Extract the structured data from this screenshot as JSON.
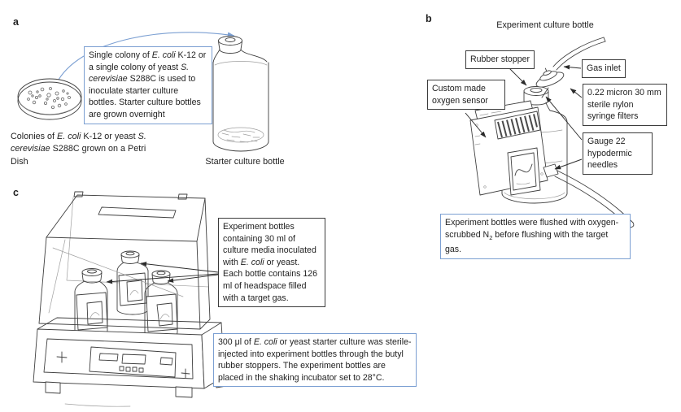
{
  "colors": {
    "accent": "#7b9fd2",
    "ink": "#1f1f1f",
    "sketch": "#3f3f3f"
  },
  "panel_a": {
    "label": "a",
    "callout": [
      {
        "t": "Single colony of "
      },
      {
        "t": "E. coli",
        "style": "italic"
      },
      {
        "t": " K-12 or a single colony of yeast "
      },
      {
        "t": "S. cerevisiae",
        "style": "italic"
      },
      {
        "t": " S288C is used to inoculate starter culture bottles. Starter culture bottles are grown overnight"
      }
    ],
    "petri_caption": [
      {
        "t": "Colonies of "
      },
      {
        "t": "E. coli",
        "style": "italic"
      },
      {
        "t": " K-12 or yeast "
      },
      {
        "t": "S. cerevisiae",
        "style": "italic"
      },
      {
        "t": " S288C grown on a Petri Dish"
      }
    ],
    "bottle_caption": "Starter culture bottle"
  },
  "panel_b": {
    "label": "b",
    "title": "Experiment culture bottle",
    "labels": {
      "rubber_stopper": "Rubber stopper",
      "gas_inlet": "Gas inlet",
      "oxygen_sensor": "Custom made oxygen sensor",
      "syringe_filters": "0.22 micron 30 mm sterile nylon syringe filters",
      "needles": "Gauge 22 hypodermic needles"
    },
    "note": [
      {
        "t": "Experiment bottles were flushed with oxygen-scrubbed N"
      },
      {
        "t": "2",
        "sub": true
      },
      {
        "t": " before flushing with the target gas."
      }
    ]
  },
  "panel_c": {
    "label": "c",
    "bottle_note": [
      {
        "t": "Experiment bottles containing 30 ml of culture media inoculated with "
      },
      {
        "t": "E. coli",
        "style": "italic"
      },
      {
        "t": " or yeast. Each bottle contains 126 ml of headspace filled with a target gas."
      }
    ],
    "inject_note": [
      {
        "t": "300 μl of "
      },
      {
        "t": "E. coli",
        "style": "italic"
      },
      {
        "t": " or yeast starter culture was sterile-injected into experiment bottles through the butyl rubber stoppers. The experiment bottles are placed in the shaking incubator set to 28°C."
      }
    ]
  },
  "illustrations": {
    "petri_dish": "petri-dish-with-colonies",
    "starter_bottle": "starter-culture-bottle-sketch",
    "experiment_bottle": "experiment-bottle-with-oxygen-sensor-sketch",
    "incubator": "shaking-incubator-with-three-bottles-sketch"
  }
}
